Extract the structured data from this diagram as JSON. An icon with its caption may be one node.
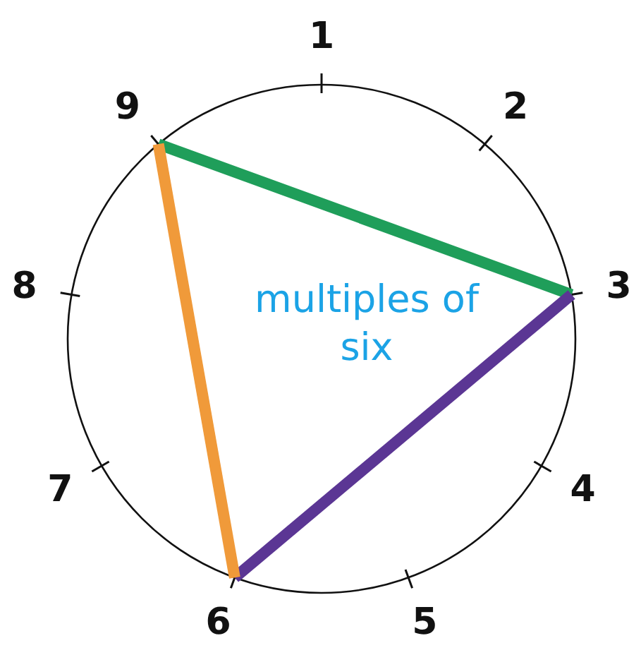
{
  "diagram": {
    "nodes": [
      {
        "text": [
          "1"
        ]
      },
      {
        "text": [
          "2"
        ]
      },
      {
        "text": [
          "3"
        ]
      },
      {
        "text": [
          "4"
        ]
      },
      {
        "text": [
          "5"
        ]
      },
      {
        "text": [
          "6"
        ]
      },
      {
        "text": [
          "7"
        ]
      },
      {
        "text": [
          "8"
        ]
      },
      {
        "text": [
          "9"
        ]
      }
    ],
    "edges": [
      {
        "from": 8,
        "to": 2,
        "arrow": "none",
        "color": "#1f9e5a"
      },
      {
        "from": 2,
        "to": 5,
        "arrow": "none",
        "color": "#5b3694"
      },
      {
        "from": 5,
        "to": 8,
        "arrow": "none",
        "color": "#f09a3a"
      }
    ],
    "labels": [
      "multiples of six"
    ]
  }
}
